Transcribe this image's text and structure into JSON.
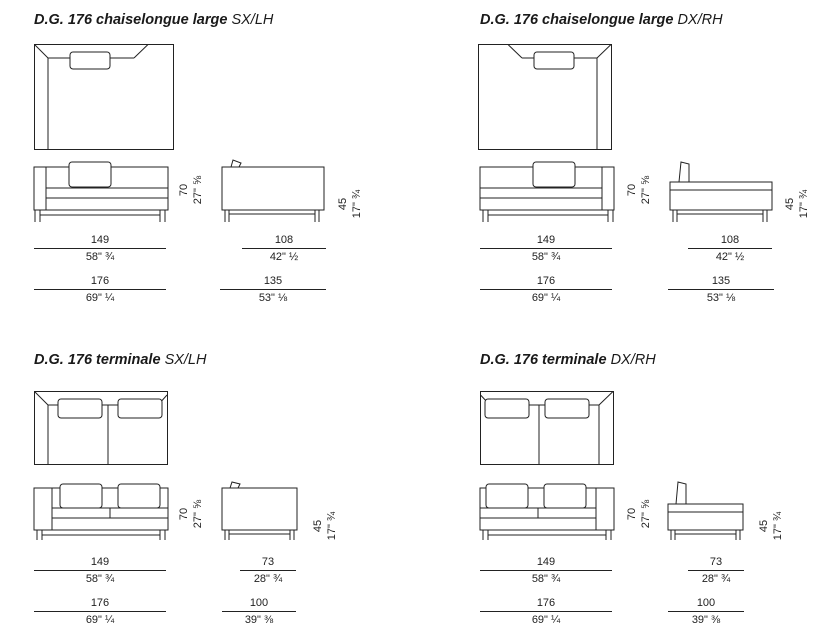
{
  "blocks": [
    {
      "title_main": "D.G. 176 chaiselongue large",
      "title_suffix": "SX/LH",
      "front_width_cm": "149",
      "front_width_in": "58\" ¾",
      "total_width_cm": "176",
      "total_width_in": "69\" ¼",
      "height_cm": "70",
      "height_in": "27\" ⅝",
      "side_depth_cm": "108",
      "side_depth_in": "42\" ½",
      "total_depth_cm": "135",
      "total_depth_in": "53\" ⅛",
      "seat_cm": "45",
      "seat_in": "17\" ¾"
    },
    {
      "title_main": "D.G. 176 chaiselongue large",
      "title_suffix": "DX/RH",
      "front_width_cm": "149",
      "front_width_in": "58\" ¾",
      "total_width_cm": "176",
      "total_width_in": "69\" ¼",
      "height_cm": "70",
      "height_in": "27\" ⅝",
      "side_depth_cm": "108",
      "side_depth_in": "42\" ½",
      "total_depth_cm": "135",
      "total_depth_in": "53\" ⅛",
      "seat_cm": "45",
      "seat_in": "17\" ¾"
    },
    {
      "title_main": "D.G. 176 terminale",
      "title_suffix": "SX/LH",
      "front_width_cm": "149",
      "front_width_in": "58\" ¾",
      "total_width_cm": "176",
      "total_width_in": "69\" ¼",
      "height_cm": "70",
      "height_in": "27\" ⅝",
      "side_depth_cm": "73",
      "side_depth_in": "28\" ¾",
      "total_depth_cm": "100",
      "total_depth_in": "39\" ⅜",
      "seat_cm": "45",
      "seat_in": "17\" ¾"
    },
    {
      "title_main": "D.G. 176 terminale",
      "title_suffix": "DX/RH",
      "front_width_cm": "149",
      "front_width_in": "58\" ¾",
      "total_width_cm": "176",
      "total_width_in": "69\" ¼",
      "height_cm": "70",
      "height_in": "27\" ⅝",
      "side_depth_cm": "73",
      "side_depth_in": "28\" ¾",
      "total_depth_cm": "100",
      "total_depth_in": "39\" ⅜",
      "seat_cm": "45",
      "seat_in": "17\" ¾"
    }
  ]
}
